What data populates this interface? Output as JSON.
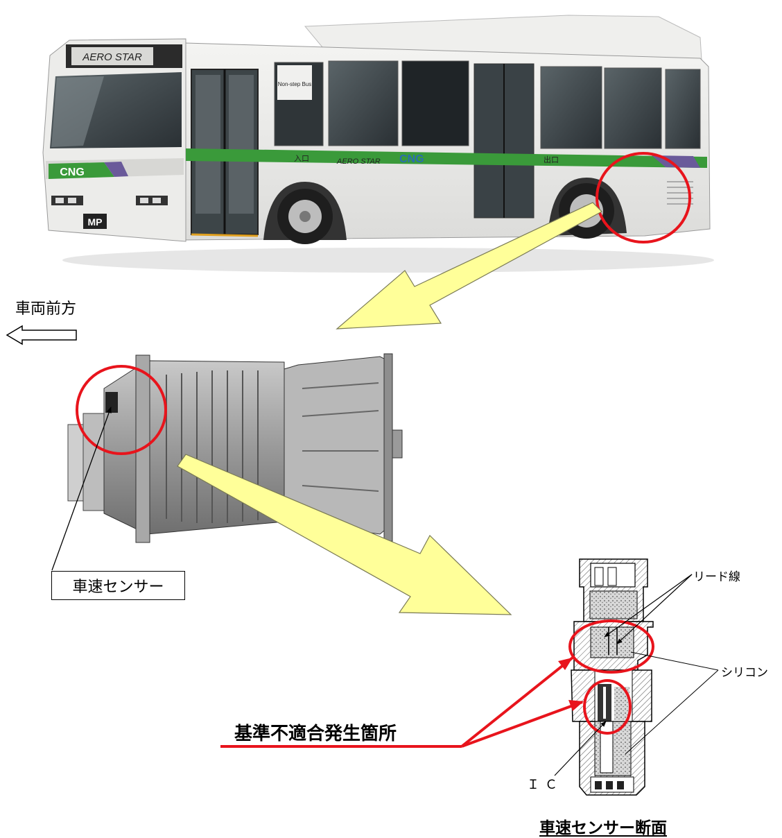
{
  "labels": {
    "vehicle_front": "車両前方",
    "speed_sensor": "車速センサー",
    "defect_location": "基準不適合発生箇所",
    "lead_wire": "リード線",
    "silicon": "シリコン",
    "ic": "ＩＣ",
    "sensor_cross_section": "車速センサー断面"
  },
  "bus_signs": {
    "destination": "AERO STAR",
    "window_sign": "Non-step Bus",
    "side_cng": "CNG",
    "front_cng": "CNG",
    "side_brand": "AERO STAR",
    "plate": "MP",
    "entrance": "入口",
    "exit": "出口"
  },
  "colors": {
    "highlight_circle": "#e8141c",
    "callout_arrow_fill": "#ffff99",
    "stripe_green": "#3a9a3a",
    "stripe_purple": "#6a5a9a"
  }
}
